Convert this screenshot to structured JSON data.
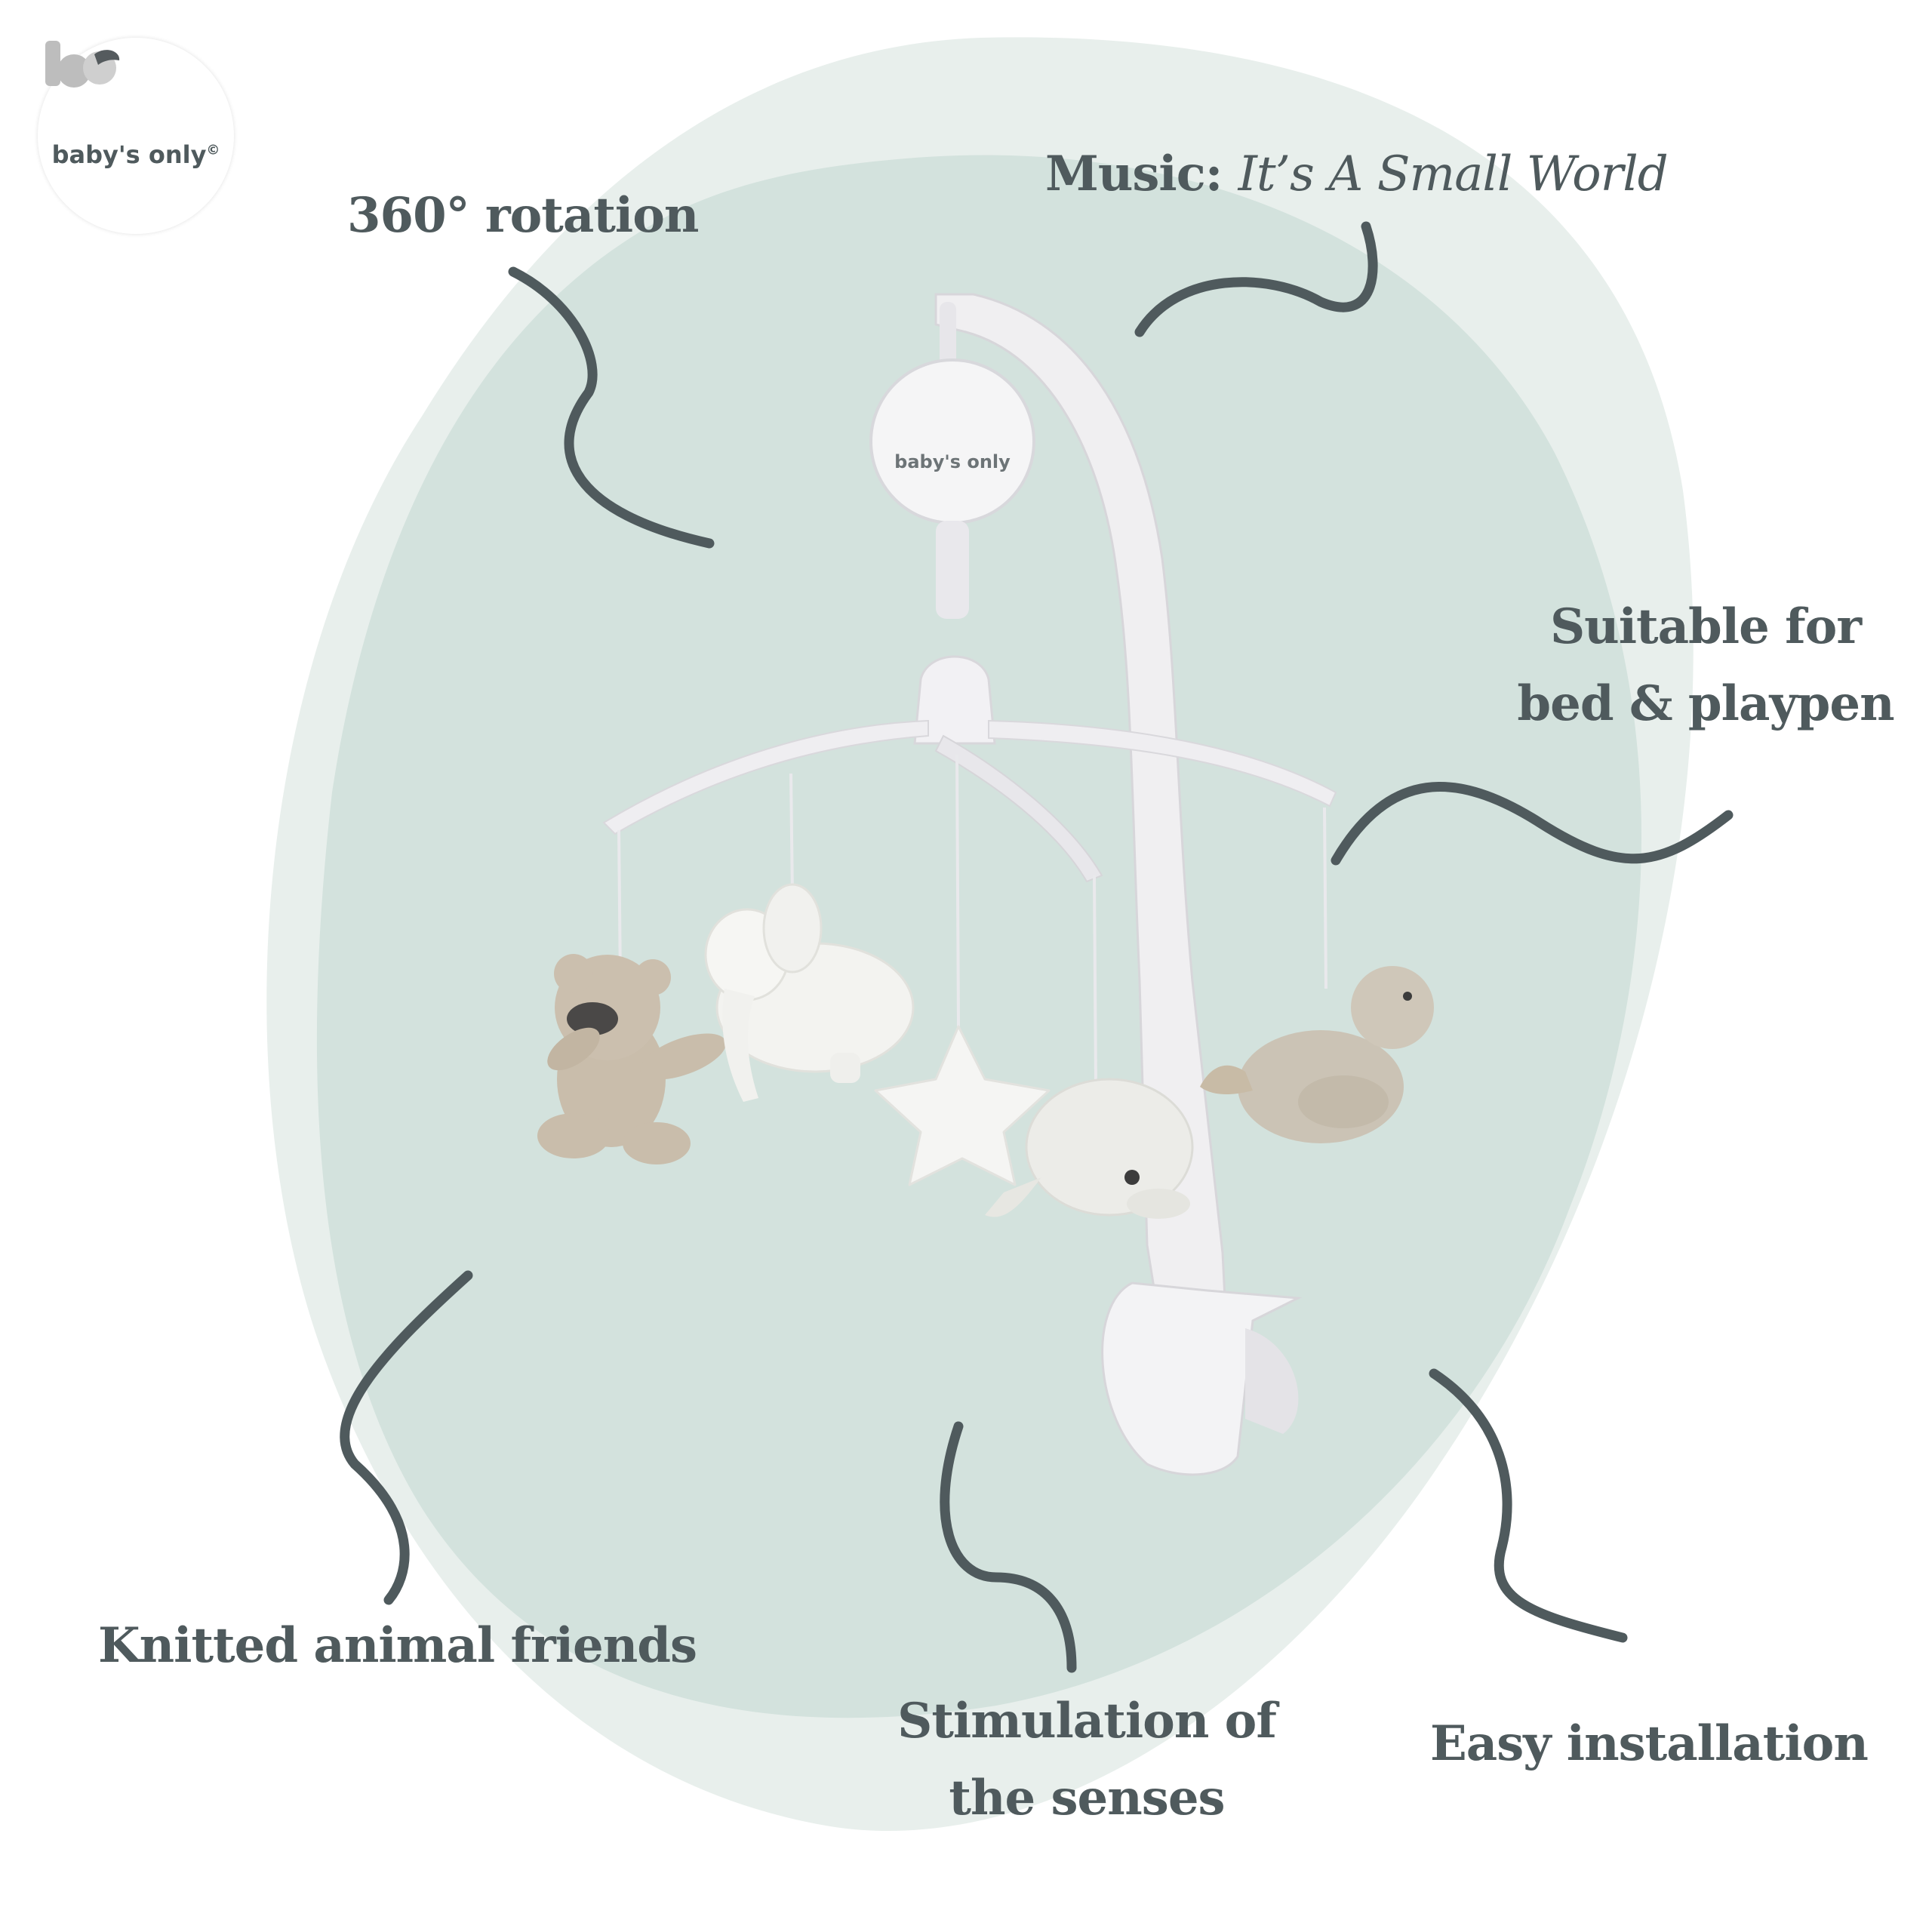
{
  "brand": {
    "name": "baby's only",
    "mark": "bo",
    "copyright": "©"
  },
  "hub_brand": "baby's only",
  "features": {
    "rotation": "360° rotation",
    "music_prefix": "Music:",
    "music_title": "It’s A Small World",
    "suitable_line1": "Suitable for",
    "suitable_line2": "bed & playpen",
    "knitted": "Knitted animal friends",
    "stimulation_line1": "Stimulation of",
    "stimulation_line2": "the senses",
    "installation": "Easy installation"
  },
  "colors": {
    "blob_outer": "#e8efec",
    "blob_inner": "#d3e2dd",
    "text": "#4f5a5d",
    "squiggle": "#4f5a5d",
    "knit_beige": "#cbbfae",
    "knit_white": "#f3f3f0"
  },
  "icons": [
    "baby-logo-icon",
    "teddy-bear-icon",
    "elephant-icon",
    "star-icon",
    "whale-icon",
    "bird-icon"
  ]
}
